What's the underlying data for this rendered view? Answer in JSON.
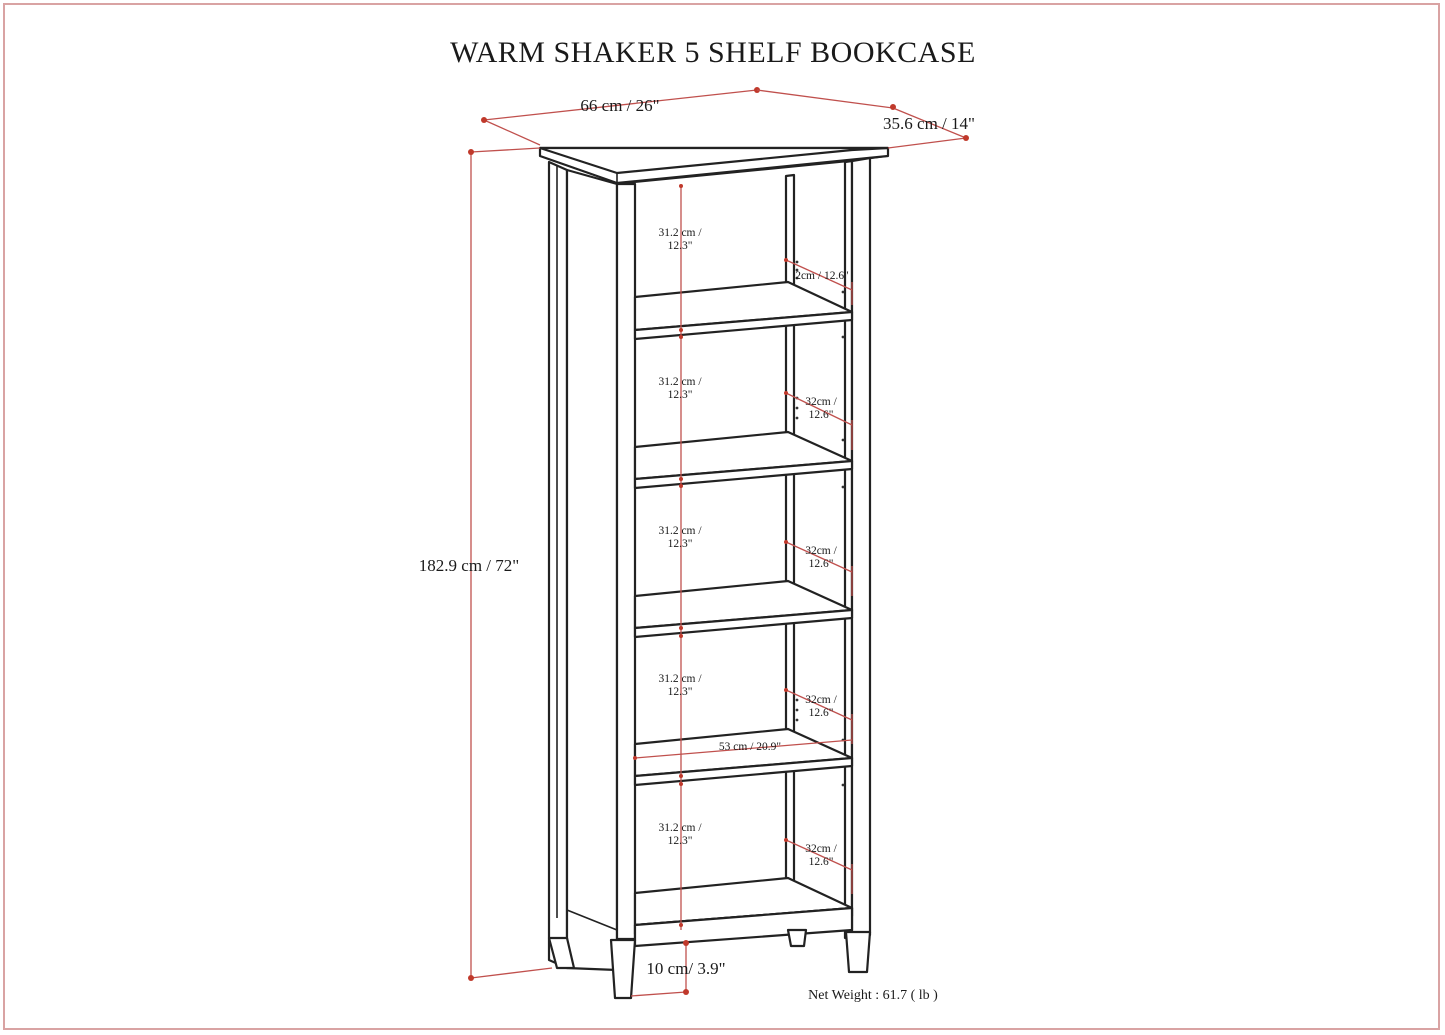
{
  "title": "WARM SHAKER 5 SHELF BOOKCASE",
  "dimensions": {
    "width": "66 cm / 26\"",
    "depth": "35.6 cm / 14\"",
    "height": "182.9 cm / 72\"",
    "leg_height": "10 cm/ 3.9\"",
    "interior_width": "53 cm / 20.9\"",
    "shelf_heights": [
      {
        "line1": "31.2 cm /",
        "line2": "12.3\""
      },
      {
        "line1": "31.2 cm /",
        "line2": "12.3\""
      },
      {
        "line1": "31.2 cm /",
        "line2": "12.3\""
      },
      {
        "line1": "31.2 cm /",
        "line2": "12.3\""
      },
      {
        "line1": "31.2 cm /",
        "line2": "12.3\""
      }
    ],
    "shelf_depths_top": "2cm / 12.6\"",
    "shelf_depths": [
      {
        "line1": "32cm /",
        "line2": "12.6\""
      },
      {
        "line1": "32cm /",
        "line2": "12.6\""
      },
      {
        "line1": "32cm /",
        "line2": "12.6\""
      },
      {
        "line1": "32cm /",
        "line2": "12.6\""
      }
    ]
  },
  "net_weight": "Net Weight : 61.7 ( lb )",
  "colors": {
    "frame_border": "#d9a3a3",
    "dimension_line": "#c0504d",
    "outline": "#222222"
  }
}
